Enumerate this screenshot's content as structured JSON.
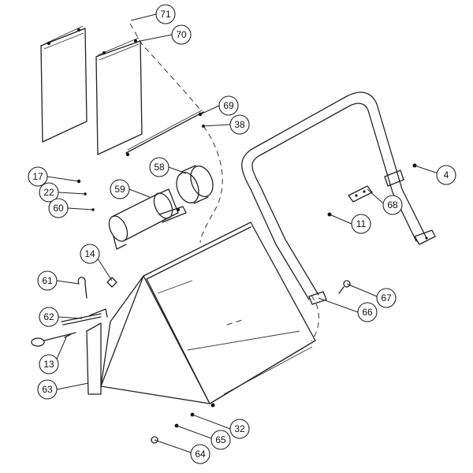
{
  "callouts": {
    "c71": "71",
    "c70": "70",
    "c69": "69",
    "c38": "38",
    "c58": "58",
    "c59": "59",
    "c17": "17",
    "c22": "22",
    "c60": "60",
    "c4": "4",
    "c68": "68",
    "c11": "11",
    "c14": "14",
    "c61": "61",
    "c62": "62",
    "c13": "13",
    "c63": "63",
    "c67": "67",
    "c66": "66",
    "c32": "32",
    "c65": "65",
    "c64": "64"
  }
}
